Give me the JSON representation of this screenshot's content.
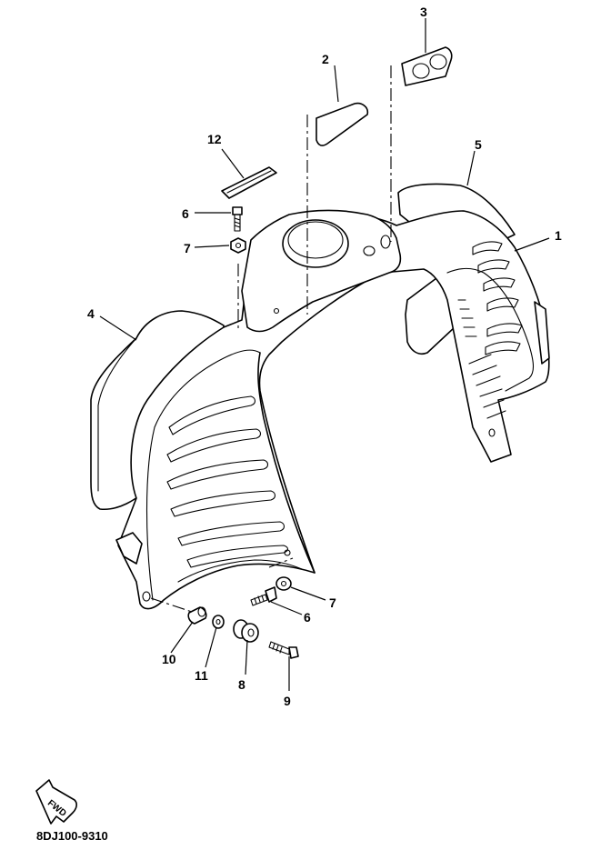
{
  "callouts": [
    "1",
    "2",
    "3",
    "4",
    "5",
    "6",
    "7",
    "8",
    "9",
    "10",
    "11",
    "12"
  ],
  "repeat_callouts": {
    "six": "6",
    "seven": "7"
  },
  "fwd_label": "FWD",
  "diagram_code": "8DJ100-9310"
}
